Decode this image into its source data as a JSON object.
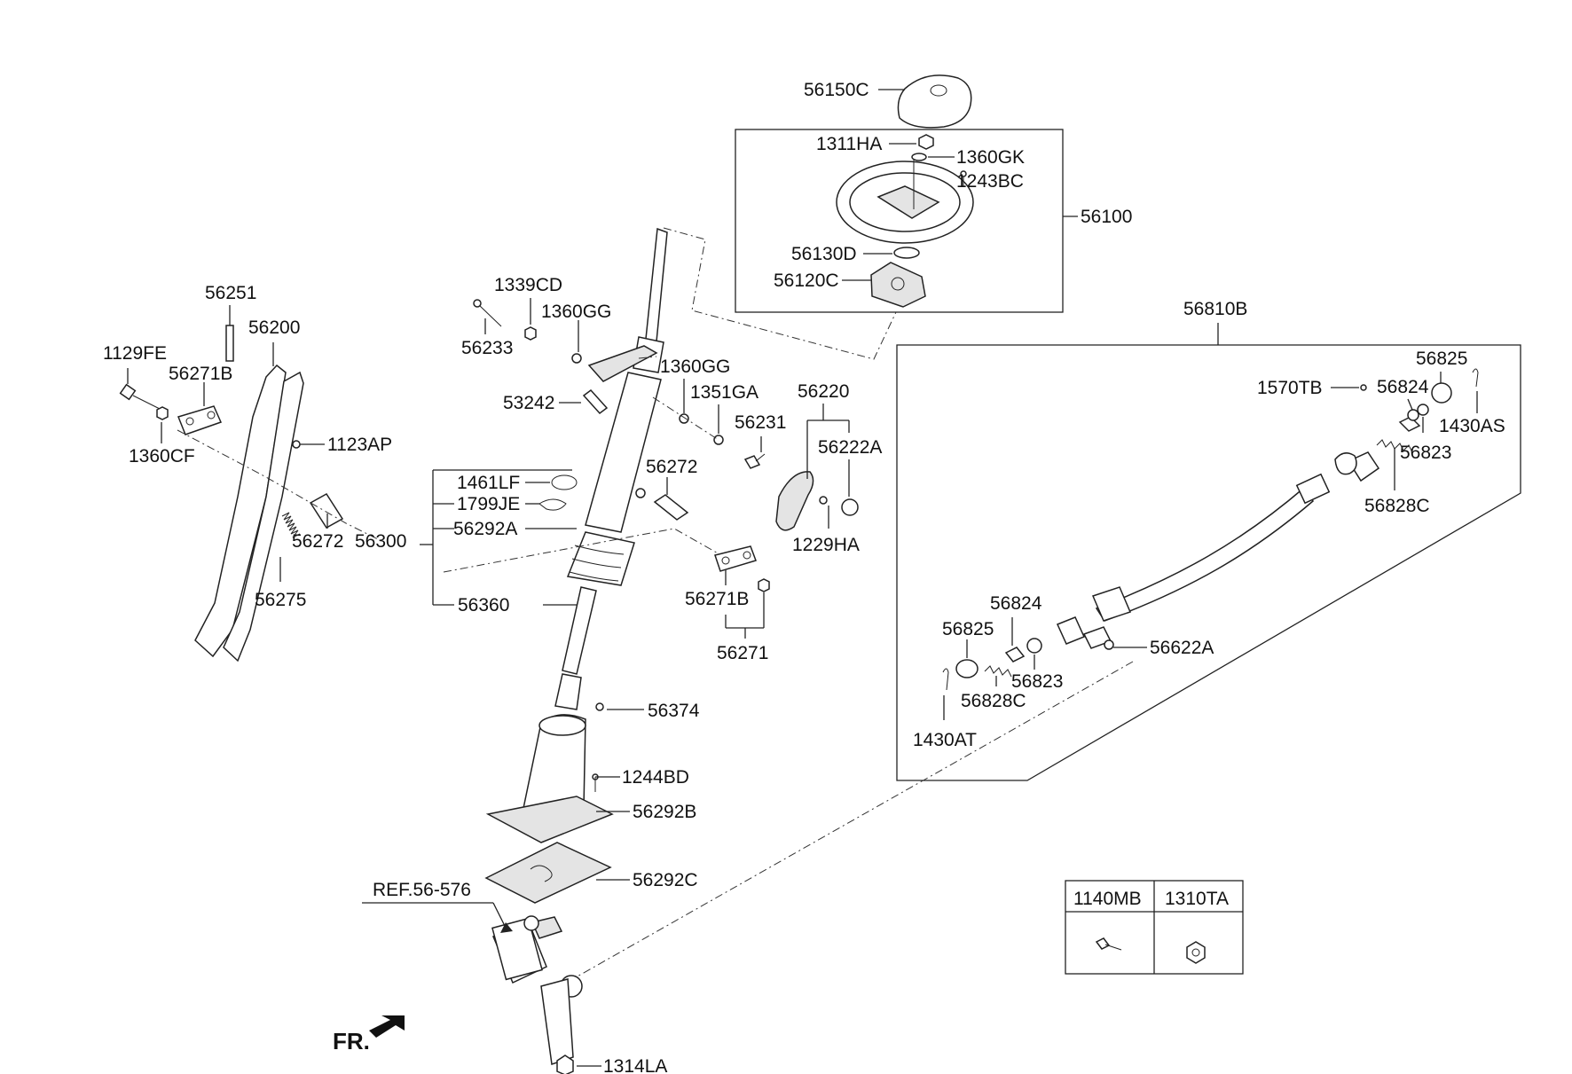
{
  "labels": {
    "p56150C": "56150C",
    "p1311HA": "1311HA",
    "p1360GK": "1360GK",
    "p1243BC": "1243BC",
    "p56100": "56100",
    "p56130D": "56130D",
    "p56120C": "56120C",
    "p56810B": "56810B",
    "p56825a": "56825",
    "p1570TB": "1570TB",
    "p56824a": "56824",
    "p1430AS": "1430AS",
    "p56823a": "56823",
    "p56828Ca": "56828C",
    "p56824b": "56824",
    "p56825b": "56825",
    "p56622A": "56622A",
    "p56823b": "56823",
    "p56828Cb": "56828C",
    "p1430AT": "1430AT",
    "p56251": "56251",
    "p56200": "56200",
    "p1129FE": "1129FE",
    "p56271Ba": "56271B",
    "p1360CF": "1360CF",
    "p1123AP": "1123AP",
    "p56272a": "56272",
    "p56300": "56300",
    "p56275": "56275",
    "p1339CD": "1339CD",
    "p1360GGa": "1360GG",
    "p56233": "56233",
    "p1360GGb": "1360GG",
    "p1351GA": "1351GA",
    "p53242": "53242",
    "p56231": "56231",
    "p56220": "56220",
    "p56222A": "56222A",
    "p1461LF": "1461LF",
    "p1799JE": "1799JE",
    "p56292A": "56292A",
    "p56272b": "56272",
    "p1229HA": "1229HA",
    "p56271Bb": "56271B",
    "p56360": "56360",
    "p56271": "56271",
    "p56374": "56374",
    "p1244BD": "1244BD",
    "p56292B": "56292B",
    "p56292C": "56292C",
    "ref": "REF.56-576",
    "fr": "FR.",
    "p1314LA": "1314LA"
  },
  "legend": {
    "col1": "1140MB",
    "col2": "1310TA"
  },
  "icons": {
    "fr_arrow": "front-direction-arrow-icon",
    "bolt": "bolt-icon",
    "nut": "hex-nut-icon"
  }
}
